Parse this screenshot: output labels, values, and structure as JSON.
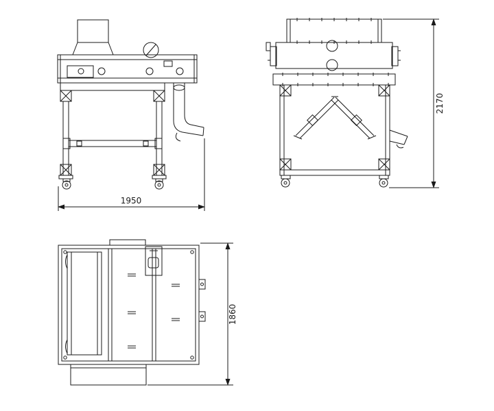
{
  "drawing": {
    "type": "technical-three-view-machine-drawing",
    "background": "#ffffff",
    "line_color": "#1a1a1a",
    "views": [
      {
        "id": "side-elevation",
        "dimension_label": "1950",
        "dimension_orientation": "horizontal"
      },
      {
        "id": "front-elevation",
        "dimension_label": "2170",
        "dimension_orientation": "vertical"
      },
      {
        "id": "top-plan",
        "dimension_label": "1860",
        "dimension_orientation": "vertical"
      }
    ]
  }
}
